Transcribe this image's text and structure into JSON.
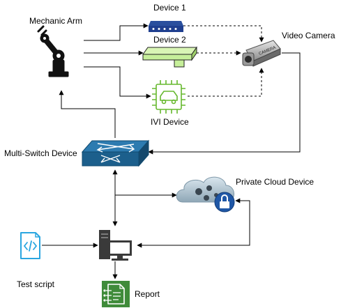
{
  "nodes": {
    "mechanic_arm": {
      "label": "Mechanic Arm",
      "icon": "robot-arm-icon"
    },
    "device1": {
      "label": "Device 1",
      "icon": "network-device-icon"
    },
    "device2": {
      "label": "Device 2",
      "icon": "server-box-icon"
    },
    "video_camera": {
      "label": "Video Camera",
      "icon": "camera-icon"
    },
    "ivi_device": {
      "label": "IVI Device",
      "icon": "car-chip-icon"
    },
    "multi_switch": {
      "label": "Multi-Switch Device",
      "icon": "switch-icon"
    },
    "private_cloud": {
      "label": "Private Cloud Device",
      "icon": "cloud-lock-icon"
    },
    "test_script": {
      "label": "Test script",
      "icon": "code-file-icon"
    },
    "computer": {
      "label": "",
      "icon": "workstation-icon"
    },
    "report": {
      "label": "Report",
      "icon": "report-icon"
    }
  },
  "colors": {
    "line": "#000000",
    "device_blue": "#1f3f8f",
    "device2_green": "#c6ef9a",
    "ivi_green": "#66b82e",
    "switch_blue": "#1c5f8c",
    "script_blue": "#2aa6e0",
    "report_green": "#3f8b3a",
    "computer_gray": "#3a3a3a"
  }
}
